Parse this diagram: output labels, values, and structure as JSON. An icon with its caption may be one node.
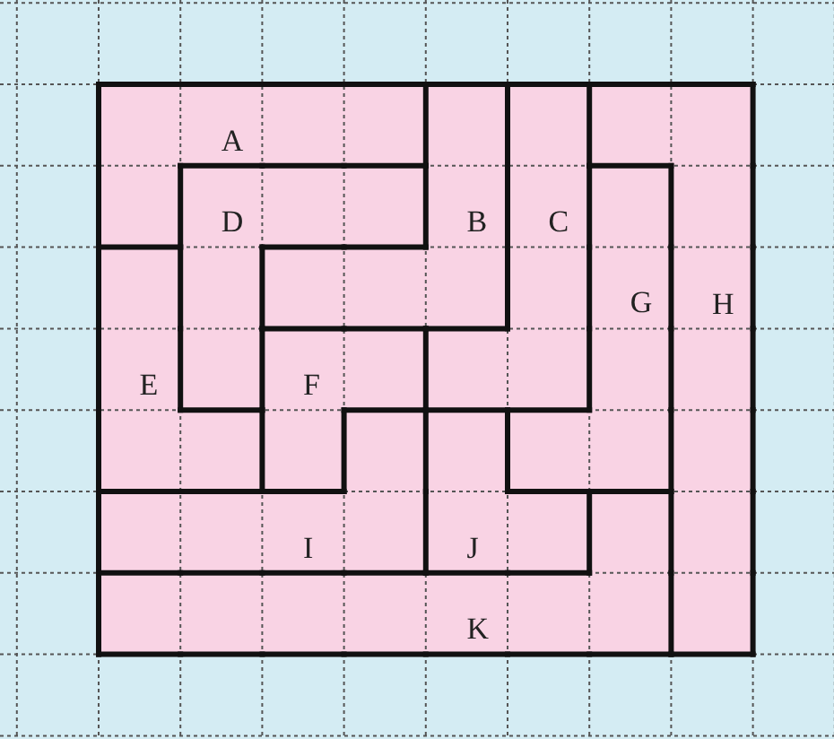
{
  "diagram": {
    "nodes": [
      {
        "text": [
          "A"
        ]
      },
      {
        "text": [
          "D"
        ]
      },
      {
        "text": [
          "B"
        ]
      },
      {
        "text": [
          "C"
        ]
      },
      {
        "text": [
          "G"
        ]
      },
      {
        "text": [
          "H"
        ]
      },
      {
        "text": [
          "E"
        ]
      },
      {
        "text": [
          "F"
        ]
      },
      {
        "text": [
          "I"
        ]
      },
      {
        "text": [
          "J"
        ]
      },
      {
        "text": [
          "K"
        ]
      }
    ]
  }
}
